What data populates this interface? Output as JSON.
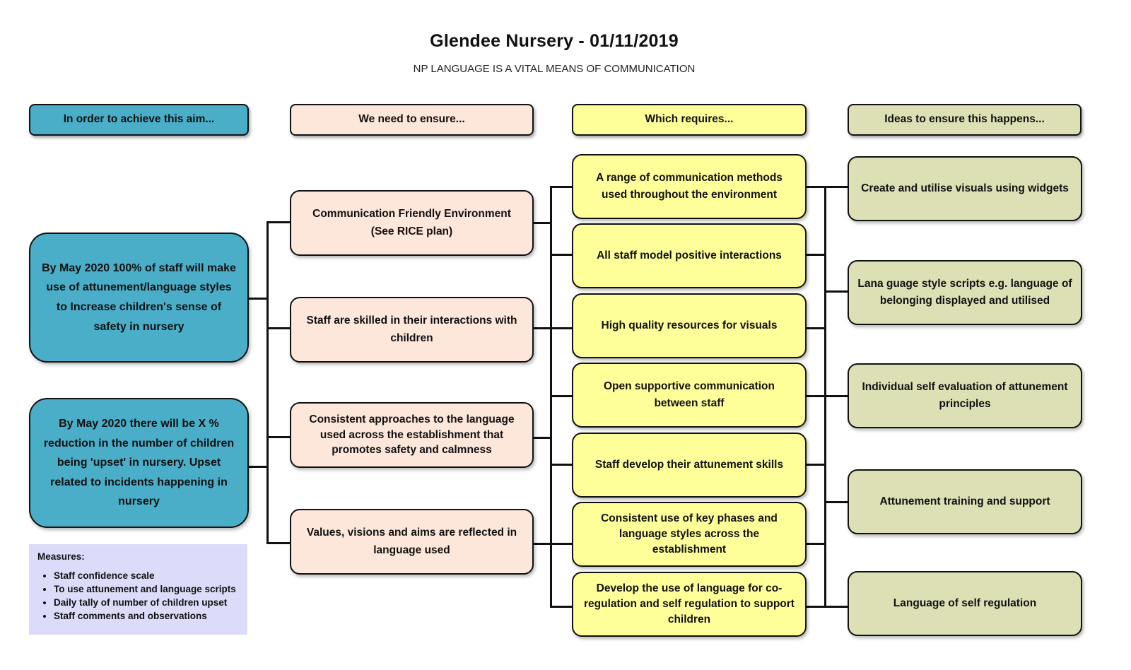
{
  "title": "Glendee Nursery  -  01/11/2019",
  "subtitle": "NP LANGUAGE IS A VITAL MEANS OF COMMUNICATION",
  "headers": {
    "aim": "In order to achieve this aim...",
    "ensure": "We need to ensure...",
    "requires": "Which requires...",
    "ideas": "Ideas to ensure this happens..."
  },
  "aims": [
    "By May 2020 100% of staff will make use of attunement/language styles to Increase children's sense of safety in nursery",
    "By May 2020 there will be X % reduction in the number of children being 'upset' in nursery. Upset related to incidents happening in nursery"
  ],
  "ensure": [
    "Communication Friendly Environment (See RICE plan)",
    "Staff are skilled in their interactions with children",
    "Consistent approaches to the language used across the establishment that promotes safety and calmness",
    "Values, visions and aims are reflected in language used"
  ],
  "requires": [
    "A range of communication methods used throughout the environment",
    "All staff model positive interactions",
    "High quality resources for visuals",
    "Open supportive communication between staff",
    "Staff develop their attunement skills",
    "Consistent use of key phases and language styles across the establishment",
    "Develop the use of language for co-regulation and self regulation to support children"
  ],
  "ideas": [
    "Create and utilise visuals using widgets",
    "Lana guage style scripts e.g. language of belonging displayed and utilised",
    "Individual self evaluation of attunement principles",
    "Attunement training and support",
    "Language of self regulation"
  ],
  "measures": {
    "title": "Measures:",
    "items": [
      "Staff confidence scale",
      "To use attunement and language scripts",
      "Daily tally of number of children upset",
      "Staff comments and observations"
    ]
  },
  "colors": {
    "aim": "#4aaec9",
    "ensure": "#fde6da",
    "requires": "#ffff9a",
    "ideas": "#dde0b5",
    "measures": "#dcdcfa"
  }
}
